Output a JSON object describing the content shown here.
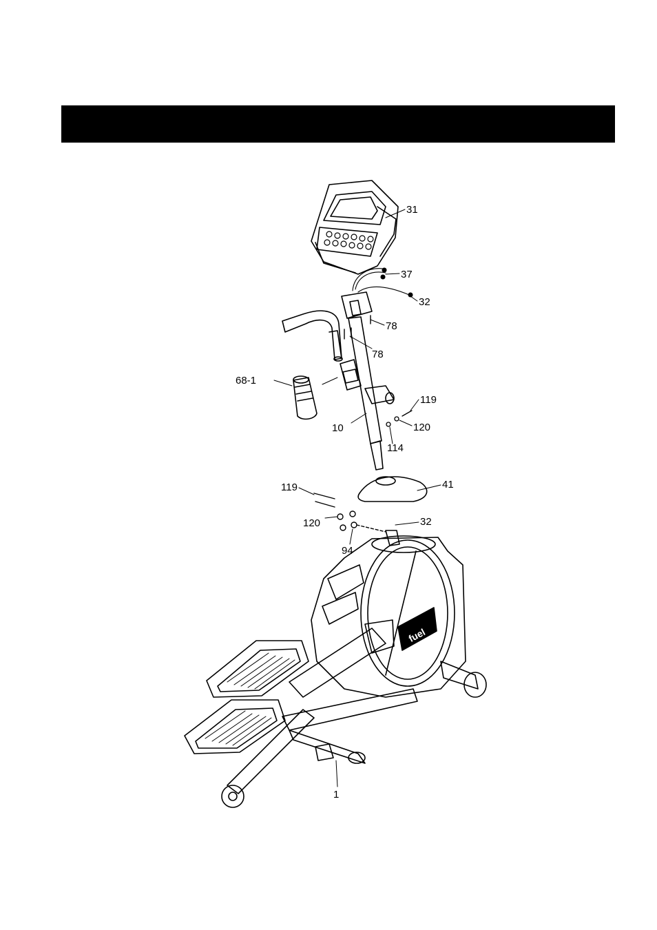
{
  "header": {
    "title": ""
  },
  "diagram": {
    "brand_badge": "fuel",
    "callouts": [
      {
        "id": "31",
        "text": "31"
      },
      {
        "id": "37",
        "text": "37"
      },
      {
        "id": "32a",
        "text": "32"
      },
      {
        "id": "78a",
        "text": "78"
      },
      {
        "id": "78b",
        "text": "78"
      },
      {
        "id": "68-1",
        "text": "68-1"
      },
      {
        "id": "119a",
        "text": "119"
      },
      {
        "id": "120a",
        "text": "120"
      },
      {
        "id": "10",
        "text": "10"
      },
      {
        "id": "114",
        "text": "114"
      },
      {
        "id": "41",
        "text": "41"
      },
      {
        "id": "119b",
        "text": "119"
      },
      {
        "id": "120b",
        "text": "120"
      },
      {
        "id": "32b",
        "text": "32"
      },
      {
        "id": "94",
        "text": "94"
      },
      {
        "id": "1",
        "text": "1"
      }
    ]
  }
}
